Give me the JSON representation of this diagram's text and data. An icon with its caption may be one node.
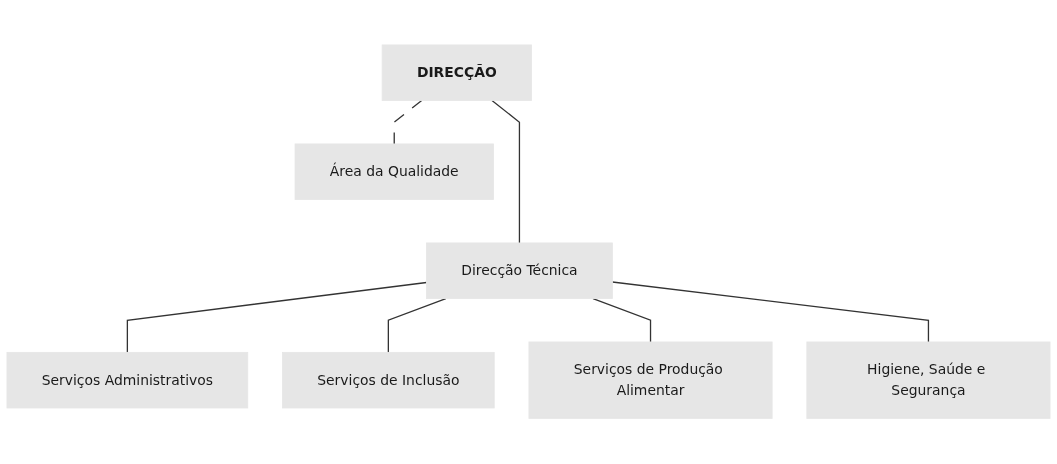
{
  "diagram": {
    "nodes": [
      {
        "text": [
          "DIRECÇÃO"
        ]
      },
      {
        "text": [
          "Área da Qualidade"
        ]
      },
      {
        "text": [
          "Direcção Técnica"
        ]
      },
      {
        "text": [
          "Serviços Administrativos"
        ]
      },
      {
        "text": [
          "Serviços de Inclusão"
        ]
      },
      {
        "text": [
          "Serviços de Produção Alimentar"
        ]
      },
      {
        "text": [
          "Higiene, Saúde e Segurança"
        ]
      }
    ],
    "edges": [
      {
        "from": 0,
        "to": 1,
        "arrow": "none",
        "style": "dashed"
      },
      {
        "from": 0,
        "to": 2,
        "arrow": "none"
      },
      {
        "from": 2,
        "to": 3,
        "arrow": "none"
      },
      {
        "from": 2,
        "to": 4,
        "arrow": "none"
      },
      {
        "from": 2,
        "to": 5,
        "arrow": "none"
      },
      {
        "from": 2,
        "to": 6,
        "arrow": "none"
      }
    ]
  }
}
